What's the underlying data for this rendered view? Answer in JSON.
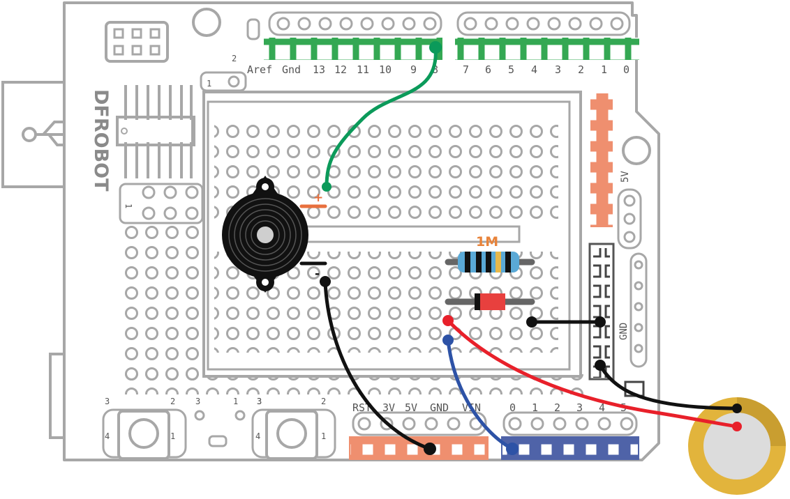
{
  "brand": {
    "name": "DFROBOT"
  },
  "header_top": {
    "labels": [
      "Aref",
      "Gnd",
      "13",
      "12",
      "11",
      "10",
      "9",
      "8",
      "7",
      "6",
      "5",
      "4",
      "3",
      "2",
      "1",
      "0"
    ]
  },
  "header_bottom": {
    "power_labels": [
      "RST",
      "3V",
      "5V",
      "GND",
      "VIN"
    ],
    "analog_labels": [
      "0",
      "1",
      "2",
      "3",
      "4",
      "5"
    ]
  },
  "side_labels": {
    "five_v": "5V",
    "gnd": "GND"
  },
  "board_marks": {
    "two": "2",
    "one_a": "1",
    "one_b": "1"
  },
  "button_left": {
    "n3a": "3",
    "n2": "2",
    "n4": "4",
    "n1": "1"
  },
  "button_right": {
    "n3b": "3",
    "n2": "2",
    "n4": "4",
    "n1": "1"
  },
  "middle_marks": {
    "m3": "3",
    "m1": "1",
    "m3b": "3"
  },
  "components": {
    "resistor_label": "1M",
    "buzzer_plus": "+",
    "buzzer_minus": "-"
  },
  "colors": {
    "board": "#a7a7a7",
    "green_header": "#34a853",
    "salmon_header": "#ef8f6f",
    "blue_header": "#4f63a8",
    "wire_green": "#0b9a5a",
    "wire_black": "#111111",
    "wire_red": "#e8202a",
    "wire_blue": "#2d52a6",
    "piezo_gold": "#e2b43c",
    "resistor_body": "#5aa9d6",
    "diode_red": "#e8403e"
  }
}
